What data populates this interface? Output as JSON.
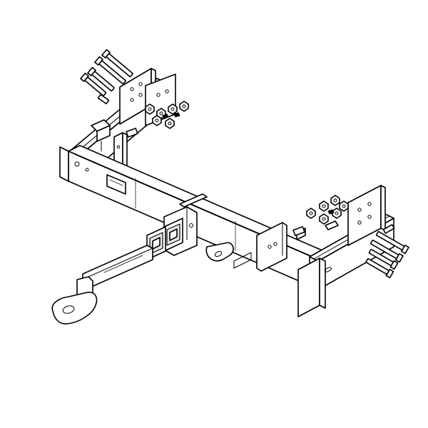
{
  "diagram": {
    "subject": "",
    "colors": {
      "line": "#000000",
      "fill": "#ffffff",
      "shade": "#e6e6e6"
    },
    "parts": [
      "main-crossbar",
      "left-side-bracket",
      "right-side-bracket",
      "receiver-tube",
      "ball-mount-drawbar",
      "safety-chain-loop",
      "left-bolt-set",
      "right-bolt-set",
      "left-nut-set",
      "right-nut-set"
    ]
  }
}
